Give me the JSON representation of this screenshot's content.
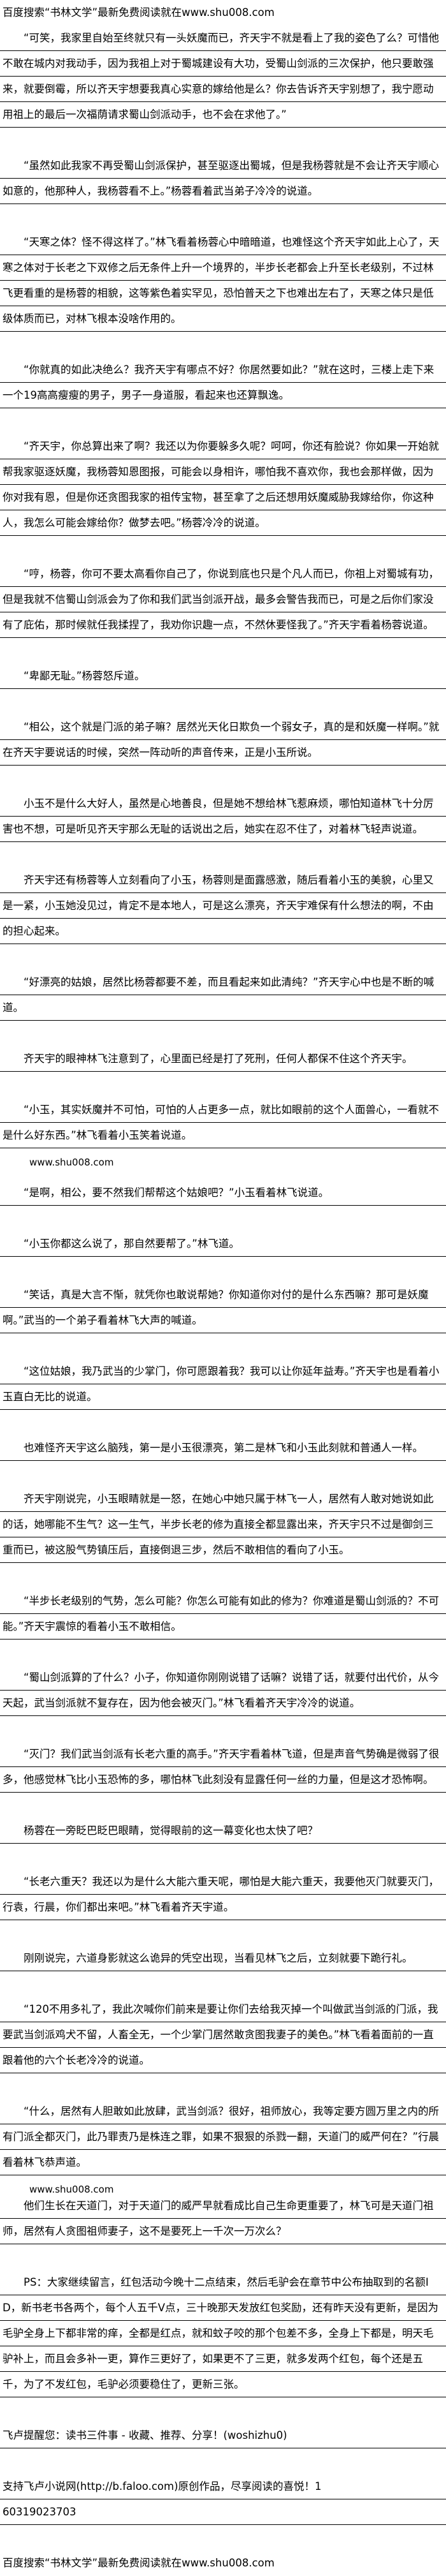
{
  "header": {
    "banner": "百度搜索“书林文学”最新免费阅读就在www.shu008.com"
  },
  "paragraphs": [
    "“可笑，我家里自始至终就只有一头妖魔而已，齐天宇不就是看上了我的姿色了么？可惜他不敢在城内对我动手，因为我祖上对于蜀城建设有大功，受蜀山剑派的三次保护，他只要敢强来，就要倒霉，所以齐天宇想要我真心实意的嫁给他是么？你去告诉齐天宇别想了，我宁愿动用祖上的最后一次福荫请求蜀山剑派动手，也不会在求他了。”",
    "“虽然如此我家不再受蜀山剑派保护，甚至驱逐出蜀城，但是我杨蓉就是不会让齐天宇顺心如意的，他那种人，我杨蓉看不上。”杨蓉看着武当弟子冷冷的说道。",
    "“天寒之体？怪不得这样了。”林飞看着杨蓉心中暗暗道，也难怪这个齐天宇如此上心了，天寒之体对于长老之下双修之后无条件上升一个境界的，半步长老都会上升至长老级别，不过林飞更看重的是杨蓉的相貌，这等紫色着实罕见，恐怕普天之下也难出左右了，天寒之体只是低级体质而已，对林飞根本没啥作用的。",
    "“你就真的如此决绝么？我齐天宇有哪点不好？你居然要如此？”就在这时，三楼上走下来一个19高高瘦瘦的男子，男子一身道服，看起来也还算飘逸。",
    "“齐天宇，你总算出来了啊？我还以为你要躲多久呢？呵呵，你还有脸说？你如果一开始就帮我家驱逐妖魔，我杨蓉知恩图报，可能会以身相许，哪怕我不喜欢你，我也会那样做，因为你对我有恩，但是你还贪图我家的祖传宝物，甚至拿了之后还想用妖魔威胁我嫁给你，你这种人，我怎么可能会嫁给你？做梦去吧。”杨蓉冷冷的说道。",
    "“哼，杨蓉，你可不要太高看你自己了，你说到底也只是个凡人而已，你祖上对蜀城有功，但是我就不信蜀山剑派会为了你和我们武当剑派开战，最多会警告我而已，可是之后你们家没有了庇佑，那时候就任我揉捏了，我劝你识趣一点，不然休要怪我了。”齐天宇看着杨蓉说道。",
    "“卑鄙无耻。”杨蓉怒斥道。",
    "“相公，这个就是门派的弟子嘛？居然光天化日欺负一个弱女子，真的是和妖魔一样啊。”就在齐天宇要说话的时候，突然一阵动听的声音传来，正是小玉所说。",
    "小玉不是什么大好人，虽然是心地善良，但是她不想给林飞惹麻烦，哪怕知道林飞十分厉害也不想，可是听见齐天宇那么无耻的话说出之后，她实在忍不住了，对着林飞轻声说道。",
    "齐天宇还有杨蓉等人立刻看向了小玉，杨蓉则是面露感激，随后看着小玉的美貌，心里又是一紧，小玉她没见过，肯定不是本地人，可是这么漂亮，齐天宇难保有什么想法的啊，不由的担心起来。",
    "“好漂亮的姑娘，居然比杨蓉都要不差，而且看起来如此清纯？”齐天宇心中也是不断的喊道。",
    "齐天宇的眼神林飞注意到了，心里面已经是打了死刑，任何人都保不住这个齐天宇。",
    "“小玉，其实妖魔并不可怕，可怕的人占更多一点，就比如眼前的这个人面兽心，一看就不是什么好东西。”林飞看着小玉笑着说道。",
    "“是啊，相公，要不然我们帮帮这个姑娘吧？”小玉看着林飞说道。",
    "“小玉你都这么说了，那自然要帮了。”林飞道。",
    "“笑话，真是大言不惭，就凭你也敢说帮她？你知道你对付的是什么东西嘛？那可是妖魔啊。”武当的一个弟子看着林飞大声的喊道。",
    "“这位姑娘，我乃武当的少掌门，你可愿跟着我？我可以让你延年益寿。”齐天宇也是看着小玉直白无比的说道。",
    "也难怪齐天宇这么脑残，第一是小玉很漂亮，第二是林飞和小玉此刻就和普通人一样。",
    "齐天宇刚说完，小玉眼睛就是一怒，在她心中她只属于林飞一人，居然有人敢对她说如此的话，她哪能不生气？这一生气，半步长老的修为直接全都显露出来，齐天宇只不过是御剑三重而已，被这股气势镇压后，直接倒退三步，然后不敢相信的看向了小玉。",
    "“半步长老级别的气势，怎么可能？你怎么可能有如此的修为？你难道是蜀山剑派的？不可能。”齐天宇震惊的看着小玉不敢相信。",
    "“蜀山剑派算的了什么？小子，你知道你刚刚说错了话嘛？说错了话，就要付出代价，从今天起，武当剑派就不复存在，因为他会被灭门。”林飞看着齐天宇冷冷的说道。",
    "“灭门？我们武当剑派有长老六重的高手。”齐天宇看着林飞道，但是声音气势确是微弱了很多，他感觉林飞比小玉恐怖的多，哪怕林飞此刻没有显露任何一丝的力量，但是这才恐怖啊。",
    "杨蓉在一旁眨巴眨巴眼睛，觉得眼前的这一幕变化也太快了吧？",
    "“长老六重天？我还以为是什么大能六重天呢，哪怕是大能六重天，我要他灭门就要灭门，行袁，行晨，你们都出来吧。”林飞看着齐天宇道。",
    "刚刚说完，六道身影就这么诡异的凭空出现，当看见林飞之后，立刻就要下跪行礼。",
    "“120不用多礼了，我此次喊你们前来是要让你们去给我灭掉一个叫做武当剑派的门派，我要武当剑派鸡犬不留，人畜全无，一个少掌门居然敢贪图我妻子的美色。”林飞看着面前的一直跟着他的六个长老冷冷的说道。",
    "“什么，居然有人胆敢如此放肆，武当剑派？很好，祖师放心，我等定要方圆万里之内的所有门派全都灭门，此乃罪责乃是株连之罪，如果不狠狠的杀戮一翻，天道门的威严何在？”行晨看着林飞恭声道。",
    "他们生长在天道门，对于天道门的威严早就看成比自己生命更重要了，林飞可是天道门祖师，居然有人贪图祖师妻子，这不是要死上一千次一万次么？",
    "PS：大家继续留言，红包活动今晚十二点结束，然后毛驴会在章节中公布抽取到的名额ID，新书老书各两个，每个人五千V点，三十晚那天发放红包奖励，还有昨天没有更新，是因为毛驴全身上下都非常的痒，全都是红点，就和蚊子咬的那个包差不多，全身上下都是，明天毛驴补上，而且会多补一更，算作三更好了，如果更不了三更，就多发两个红包，每个还是五千，为了不发红包，毛驴必须要稳住了，更新三张。"
  ],
  "watermark": "www.shu008.com",
  "footer": {
    "reminder": "飞卢提醒您：读书三件事 - 收藏、推荐、分享！(woshizhu0)",
    "support": "支持飞卢小说网(http://b.faloo.com)原创作品，尽享阅读的喜悦！1",
    "code": "60319023703",
    "banner": "百度搜索“书林文学”最新免费阅读就在www.shu008.com"
  }
}
